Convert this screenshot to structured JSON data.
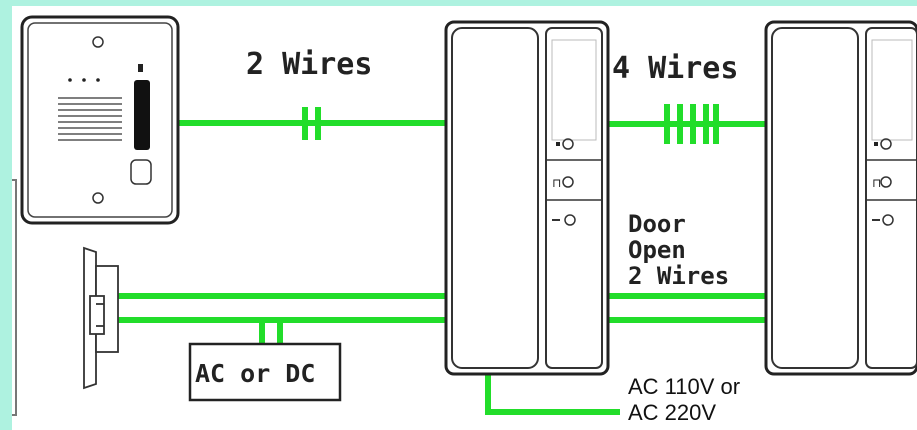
{
  "diagram": {
    "labels": {
      "outdoor_wires": "2 Wires",
      "indoor_wires": "4 Wires",
      "door_open_line1": "Door",
      "door_open_line2": "Open",
      "door_open_line3": "2 Wires",
      "power_supply": "AC or DC",
      "mains_line1": "AC 110V or",
      "mains_line2": "AC 220V"
    },
    "colors": {
      "wire": "#22dd2a",
      "outline": "#222222",
      "background_outer": "#aef2e0",
      "background_inner": "#ffffff"
    },
    "icons": {
      "doorbell": "door-camera-panel-icon",
      "indoor_master": "indoor-monitor-icon",
      "indoor_slave": "indoor-monitor-icon",
      "lock": "electric-lock-icon",
      "power": "power-supply-icon"
    }
  }
}
